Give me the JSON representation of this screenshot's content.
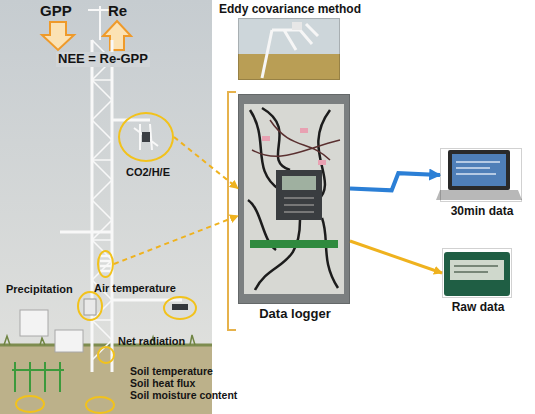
{
  "diagram": {
    "nodes": [
      {
        "text": [
          "Eddy covariance method"
        ]
      },
      {
        "text": [
          "Data logger"
        ]
      },
      {
        "text": [
          "30min data"
        ]
      },
      {
        "text": [
          "Raw data"
        ]
      },
      {
        "text": [
          "CO2/H/E"
        ]
      },
      {
        "text": [
          "Air temperature"
        ]
      }
    ],
    "edges": [
      {
        "from": 4,
        "to": 1,
        "arrow": "to"
      },
      {
        "from": 5,
        "to": 1,
        "arrow": "to"
      },
      {
        "from": 1,
        "to": 2,
        "arrow": "to"
      },
      {
        "from": 1,
        "to": 3,
        "arrow": "to"
      }
    ],
    "labels": [
      "GPP",
      "Re",
      "NEE = Re-GPP",
      "Precipitation",
      "Net radiation",
      "Soil temperature",
      "Soil heat flux",
      "Soil moisture content"
    ]
  }
}
